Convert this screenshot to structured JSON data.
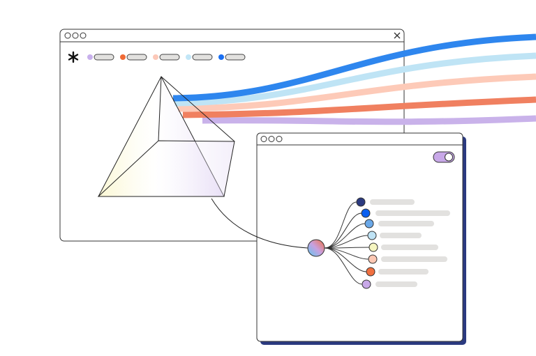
{
  "colors": {
    "stroke": "#333333",
    "shadow": "#2b3a80",
    "placeholder": "#e2e1df",
    "toggle": "#c8a8e8"
  },
  "legend": [
    {
      "color": "#c8b0ec"
    },
    {
      "color": "#f06a35"
    },
    {
      "color": "#fcc8b8"
    },
    {
      "color": "#c2e6f7"
    },
    {
      "color": "#1a6ff2"
    }
  ],
  "beams": [
    {
      "color": "#c9b2ea"
    },
    {
      "color": "#f08060"
    },
    {
      "color": "#fdcab8"
    },
    {
      "color": "#bfe4f5"
    },
    {
      "color": "#2e86ee"
    }
  ],
  "nodes": [
    {
      "color": "#2b3a80",
      "bar_fraction": 0.6
    },
    {
      "color": "#0a5ff0",
      "bar_fraction": 1.0
    },
    {
      "color": "#6aa8e8",
      "bar_fraction": 0.75
    },
    {
      "color": "#bfe3f5",
      "bar_fraction": 0.56
    },
    {
      "color": "#f5f5c0",
      "bar_fraction": 0.77
    },
    {
      "color": "#fcc8b4",
      "bar_fraction": 0.89
    },
    {
      "color": "#f07040",
      "bar_fraction": 0.67
    },
    {
      "color": "#c8a8e8",
      "bar_fraction": 0.56
    }
  ],
  "toggle_on": true
}
